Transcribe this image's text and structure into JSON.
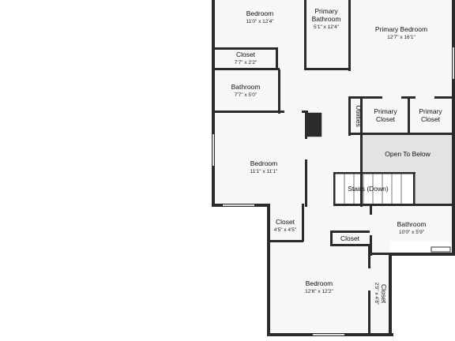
{
  "floorplan": {
    "colors": {
      "wall": "#2b2b2b",
      "floor": "#f7f7f7",
      "open_to_below": "#e3e3e3",
      "stairs": "#ffffff"
    },
    "rooms": {
      "bedroom_top": {
        "name": "Bedroom",
        "dims": "11'0\" x 12'4\""
      },
      "primary_bathroom": {
        "name_line1": "Primary",
        "name_line2": "Bathroom",
        "dims": "5'1\" x 12'4\""
      },
      "primary_bedroom": {
        "name": "Primary Bedroom",
        "dims": "12'7\" x 16'1\""
      },
      "closet_top": {
        "name": "Closet",
        "dims": "7'7\" x 2'2\""
      },
      "bathroom_left": {
        "name": "Bathroom",
        "dims": "7'7\" x 5'0\""
      },
      "utilities": {
        "name": "Utilities"
      },
      "primary_closet_1": {
        "name_line1": "Primary",
        "name_line2": "Closet"
      },
      "primary_closet_2": {
        "name_line1": "Primary",
        "name_line2": "Closet"
      },
      "bedroom_mid": {
        "name": "Bedroom",
        "dims": "11'1\" x 11'1\""
      },
      "open_to_below": {
        "name": "Open To Below"
      },
      "stairs": {
        "name": "Stairs (Down)"
      },
      "closet_mid": {
        "name": "Closet",
        "dims": "4'5\" x 4'5\""
      },
      "bathroom_right": {
        "name": "Bathroom",
        "dims": "10'0\" x 5'9\""
      },
      "closet_small": {
        "name": "Closet"
      },
      "bedroom_bottom": {
        "name": "Bedroom",
        "dims": "12'6\" x 12'2\""
      },
      "closet_vertical": {
        "name": "Closet",
        "dims": "2'9\" x 4'8\""
      }
    }
  }
}
